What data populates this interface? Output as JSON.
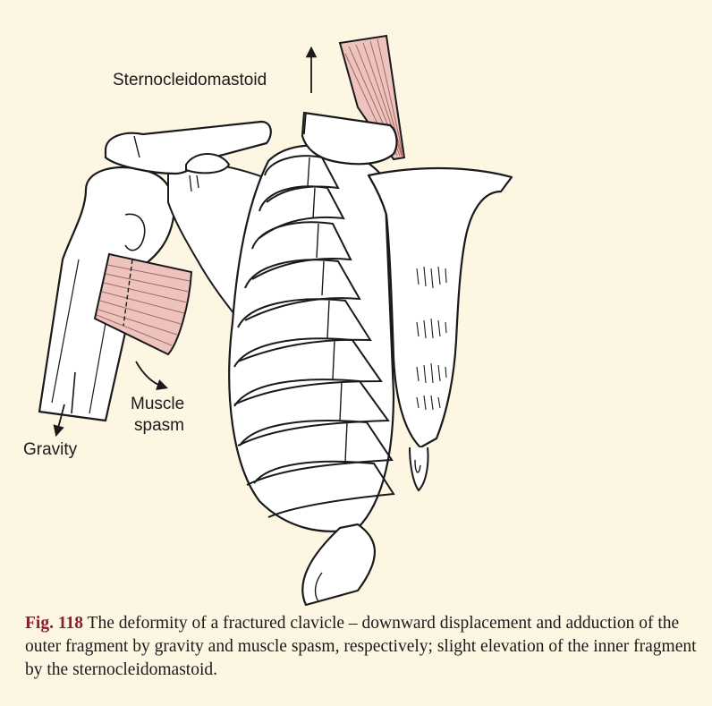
{
  "colors": {
    "background": "#fdf6e3",
    "bone_fill": "#ffffff",
    "outline": "#1a1a1a",
    "muscle_fill": "#efc3bd",
    "figure_label": "#8b1e2d"
  },
  "labels": {
    "sternocleidomastoid": "Sternocleidomastoid",
    "muscle": "Muscle",
    "spasm": "spasm",
    "gravity": "Gravity"
  },
  "caption": {
    "figure_number": "Fig. 118",
    "text": "The deformity of a fractured clavicle – downward displacement and adduction of the outer fragment by gravity and muscle spasm, respectively; slight elevation of the inner fragment by the sternocleidomastoid."
  }
}
